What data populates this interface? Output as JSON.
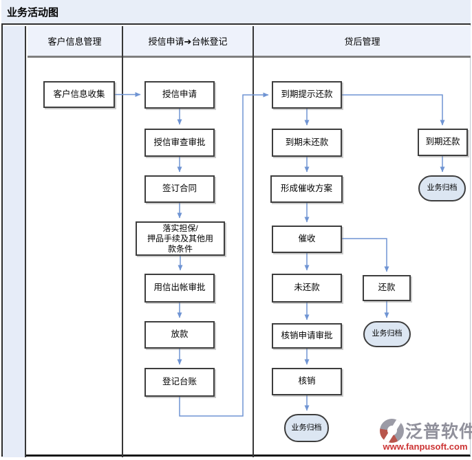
{
  "title": "业务活动图",
  "lanes": [
    {
      "label": "客户信息管理"
    },
    {
      "label": "授信申请➔台帐登记"
    },
    {
      "label": "贷后管理"
    }
  ],
  "nodes": [
    {
      "id": "customer-info-collect",
      "label": "客户信息收集",
      "type": "process"
    },
    {
      "id": "credit-apply",
      "label": "授信申请",
      "type": "process"
    },
    {
      "id": "credit-review-approve",
      "label": "授信审查审批",
      "type": "process"
    },
    {
      "id": "sign-contract",
      "label": "签订合同",
      "type": "process"
    },
    {
      "id": "implement-guarantee",
      "label": "落实担保/\n押品手续及其他用\n款条件",
      "type": "process"
    },
    {
      "id": "credit-disbursement-approve",
      "label": "用信出帐审批",
      "type": "process"
    },
    {
      "id": "loan-disburse",
      "label": "放款",
      "type": "process"
    },
    {
      "id": "register-ledger",
      "label": "登记台账",
      "type": "process"
    },
    {
      "id": "due-repay-reminder",
      "label": "到期提示还款",
      "type": "process"
    },
    {
      "id": "due-unpaid",
      "label": "到期未还款",
      "type": "process"
    },
    {
      "id": "form-collection-plan",
      "label": "形成催收方案",
      "type": "process"
    },
    {
      "id": "collection",
      "label": "催收",
      "type": "process"
    },
    {
      "id": "unpaid",
      "label": "未还款",
      "type": "process"
    },
    {
      "id": "writeoff-apply-approve",
      "label": "核销申请审批",
      "type": "process"
    },
    {
      "id": "writeoff",
      "label": "核销",
      "type": "process"
    },
    {
      "id": "archive-writeoff",
      "label": "业务归档",
      "type": "terminator"
    },
    {
      "id": "due-repaid",
      "label": "到期还款",
      "type": "process"
    },
    {
      "id": "archive-due-repaid",
      "label": "业务归档",
      "type": "terminator"
    },
    {
      "id": "repaid",
      "label": "还款",
      "type": "terminator-process"
    },
    {
      "id": "archive-repaid",
      "label": "业务归档",
      "type": "terminator"
    }
  ],
  "watermark": {
    "brand": "泛普软件",
    "url": "www.fanpusoft.com"
  },
  "colors": {
    "arrow": "#6f94d3",
    "lane_band": "#e8eef8",
    "header_cell": "#eef2fb",
    "side_column": "#e6ecf8",
    "stadium_fill": "#dce6f2",
    "node_border": "#3d3d3d",
    "watermark_gray": "#90909b",
    "watermark_red": "#cc3333"
  }
}
